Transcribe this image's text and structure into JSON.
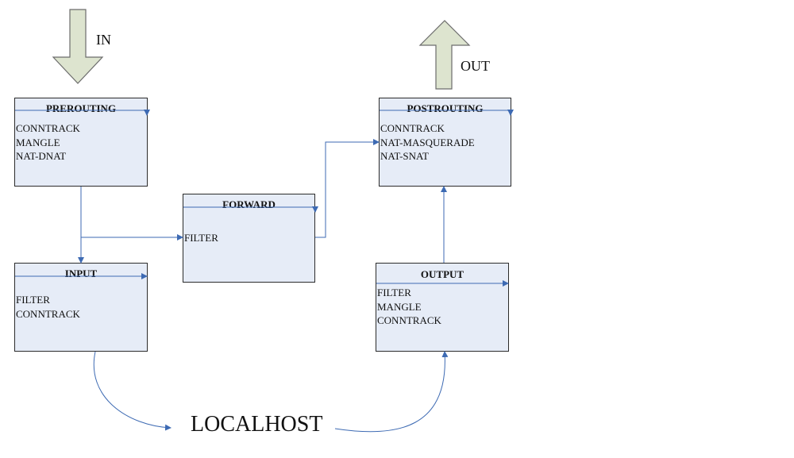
{
  "colors": {
    "box_fill": "#e6ecf7",
    "box_border": "#2b2b2b",
    "arrow_line": "#3d6ab3",
    "big_arrow_fill": "#dde4cf",
    "big_arrow_stroke": "#6c6c6c"
  },
  "labels": {
    "in": "IN",
    "out": "OUT",
    "localhost": "LOCALHOST"
  },
  "boxes": {
    "prerouting": {
      "title": "PREROUTING",
      "items": [
        "CONNTRACK",
        "MANGLE",
        "NAT-DNAT"
      ]
    },
    "forward": {
      "title": "FORWARD",
      "items": [
        "FILTER"
      ]
    },
    "postrouting": {
      "title": "POSTROUTING",
      "items": [
        "CONNTRACK",
        "NAT-MASQUERADE",
        "NAT-SNAT"
      ]
    },
    "input": {
      "title": "INPUT",
      "items": [
        "FILTER",
        "CONNTRACK"
      ]
    },
    "output": {
      "title": "OUTPUT",
      "items": [
        "FILTER",
        "MANGLE",
        "CONNTRACK"
      ]
    }
  }
}
